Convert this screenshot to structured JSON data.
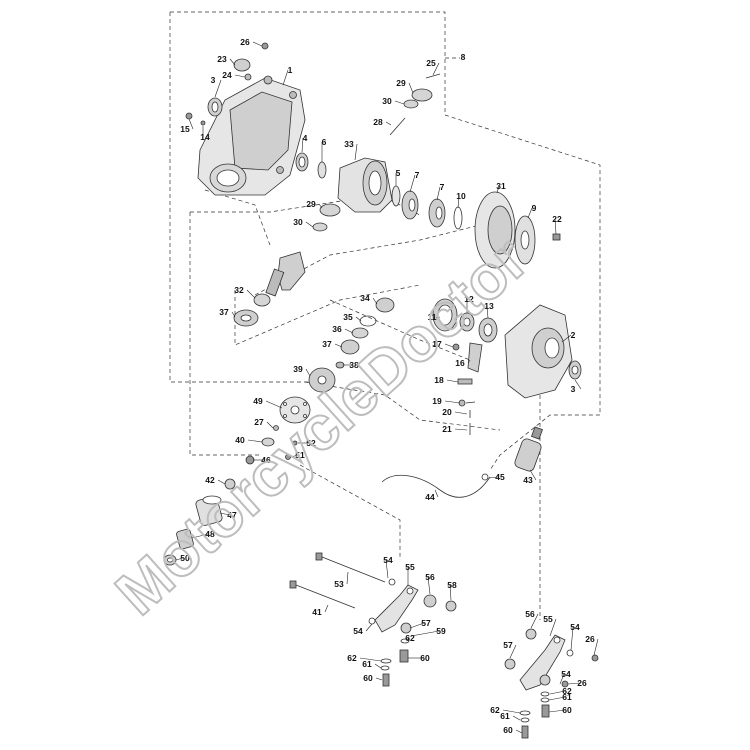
{
  "watermark": "MotorcycleDoctor",
  "callouts": [
    {
      "id": "1",
      "t": "1"
    },
    {
      "id": "2",
      "t": "2"
    },
    {
      "id": "3a",
      "t": "3"
    },
    {
      "id": "3b",
      "t": "3"
    },
    {
      "id": "4",
      "t": "4"
    },
    {
      "id": "5",
      "t": "5"
    },
    {
      "id": "6",
      "t": "6"
    },
    {
      "id": "7a",
      "t": "7"
    },
    {
      "id": "7b",
      "t": "7"
    },
    {
      "id": "8",
      "t": "8"
    },
    {
      "id": "9",
      "t": "9"
    },
    {
      "id": "10",
      "t": "10"
    },
    {
      "id": "11",
      "t": "11"
    },
    {
      "id": "12",
      "t": "12"
    },
    {
      "id": "13",
      "t": "13"
    },
    {
      "id": "14",
      "t": "14"
    },
    {
      "id": "15",
      "t": "15"
    },
    {
      "id": "16",
      "t": "16"
    },
    {
      "id": "17",
      "t": "17"
    },
    {
      "id": "18",
      "t": "18"
    },
    {
      "id": "19",
      "t": "19"
    },
    {
      "id": "20",
      "t": "20"
    },
    {
      "id": "21",
      "t": "21"
    },
    {
      "id": "22",
      "t": "22"
    },
    {
      "id": "23",
      "t": "23"
    },
    {
      "id": "24",
      "t": "24"
    },
    {
      "id": "25",
      "t": "25"
    },
    {
      "id": "26a",
      "t": "26"
    },
    {
      "id": "26b",
      "t": "26"
    },
    {
      "id": "26c",
      "t": "26"
    },
    {
      "id": "27",
      "t": "27"
    },
    {
      "id": "28",
      "t": "28"
    },
    {
      "id": "29a",
      "t": "29"
    },
    {
      "id": "29b",
      "t": "29"
    },
    {
      "id": "30a",
      "t": "30"
    },
    {
      "id": "30b",
      "t": "30"
    },
    {
      "id": "31",
      "t": "31"
    },
    {
      "id": "32",
      "t": "32"
    },
    {
      "id": "33",
      "t": "33"
    },
    {
      "id": "34",
      "t": "34"
    },
    {
      "id": "35",
      "t": "35"
    },
    {
      "id": "36",
      "t": "36"
    },
    {
      "id": "37a",
      "t": "37"
    },
    {
      "id": "37b",
      "t": "37"
    },
    {
      "id": "38",
      "t": "38"
    },
    {
      "id": "39",
      "t": "39"
    },
    {
      "id": "40",
      "t": "40"
    },
    {
      "id": "41",
      "t": "41"
    },
    {
      "id": "42",
      "t": "42"
    },
    {
      "id": "43",
      "t": "43"
    },
    {
      "id": "44",
      "t": "44"
    },
    {
      "id": "45",
      "t": "45"
    },
    {
      "id": "46",
      "t": "46"
    },
    {
      "id": "47",
      "t": "47"
    },
    {
      "id": "48",
      "t": "48"
    },
    {
      "id": "49",
      "t": "49"
    },
    {
      "id": "50",
      "t": "50"
    },
    {
      "id": "51",
      "t": "51"
    },
    {
      "id": "52",
      "t": "52"
    },
    {
      "id": "53",
      "t": "53"
    },
    {
      "id": "54a",
      "t": "54"
    },
    {
      "id": "54b",
      "t": "54"
    },
    {
      "id": "54c",
      "t": "54"
    },
    {
      "id": "54d",
      "t": "54"
    },
    {
      "id": "55a",
      "t": "55"
    },
    {
      "id": "55b",
      "t": "55"
    },
    {
      "id": "56a",
      "t": "56"
    },
    {
      "id": "56b",
      "t": "56"
    },
    {
      "id": "57a",
      "t": "57"
    },
    {
      "id": "57b",
      "t": "57"
    },
    {
      "id": "58",
      "t": "58"
    },
    {
      "id": "59",
      "t": "59"
    },
    {
      "id": "60a",
      "t": "60"
    },
    {
      "id": "60b",
      "t": "60"
    },
    {
      "id": "60c",
      "t": "60"
    },
    {
      "id": "60d",
      "t": "60"
    },
    {
      "id": "61a",
      "t": "61"
    },
    {
      "id": "61b",
      "t": "61"
    },
    {
      "id": "61c",
      "t": "61"
    },
    {
      "id": "62a",
      "t": "62"
    },
    {
      "id": "62b",
      "t": "62"
    },
    {
      "id": "62c",
      "t": "62"
    },
    {
      "id": "62d",
      "t": "62"
    }
  ]
}
